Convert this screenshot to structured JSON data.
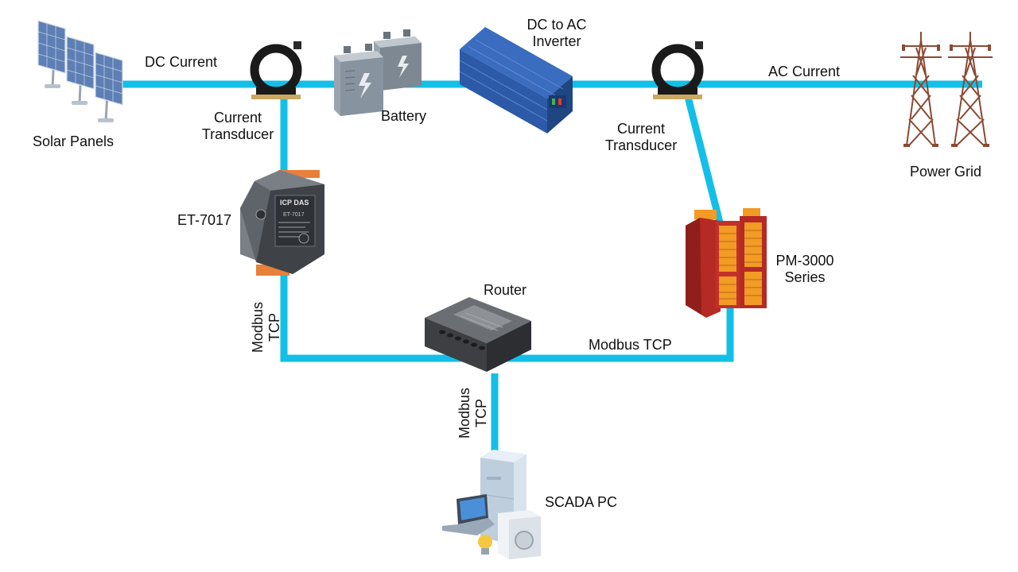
{
  "colors": {
    "link": "#13bfe6",
    "transducer": "#1a1a1a",
    "battery": "#8e98a2",
    "inverter": "#2c5aa8",
    "et7017": "#6f747a",
    "et7017_terminal": "#e8803a",
    "pm3000": "#b52a25",
    "pm3000_terminal": "#f29b25",
    "router": "#4a4c50",
    "tower": "#8b4a33",
    "solar": "#5d7fb5"
  },
  "labels": {
    "dc_current": "DC Current",
    "ac_current": "AC Current",
    "solar_panels": "Solar Panels",
    "current_transducer_1": [
      "Current",
      "Transducer"
    ],
    "current_transducer_2": [
      "Current",
      "Transducer"
    ],
    "battery": "Battery",
    "inverter": [
      "DC to AC",
      "Inverter"
    ],
    "power_grid": "Power Grid",
    "et7017": "ET-7017",
    "pm3000": [
      "PM-3000",
      "Series"
    ],
    "router": "Router",
    "modbus_left": [
      "Modbus",
      "TCP"
    ],
    "modbus_right": "Modbus TCP",
    "modbus_bottom": [
      "Modbus",
      "TCP"
    ],
    "scada_pc": "SCADA PC"
  },
  "device_text": {
    "et7017_brand": "ICP DAS",
    "et7017_model": "ET-7017"
  },
  "icons": [
    "solar-panel-icon",
    "current-transducer-icon",
    "battery-icon",
    "inverter-icon",
    "power-tower-icon",
    "et7017-module-icon",
    "pm3000-meter-icon",
    "router-icon",
    "scada-pc-icon"
  ]
}
